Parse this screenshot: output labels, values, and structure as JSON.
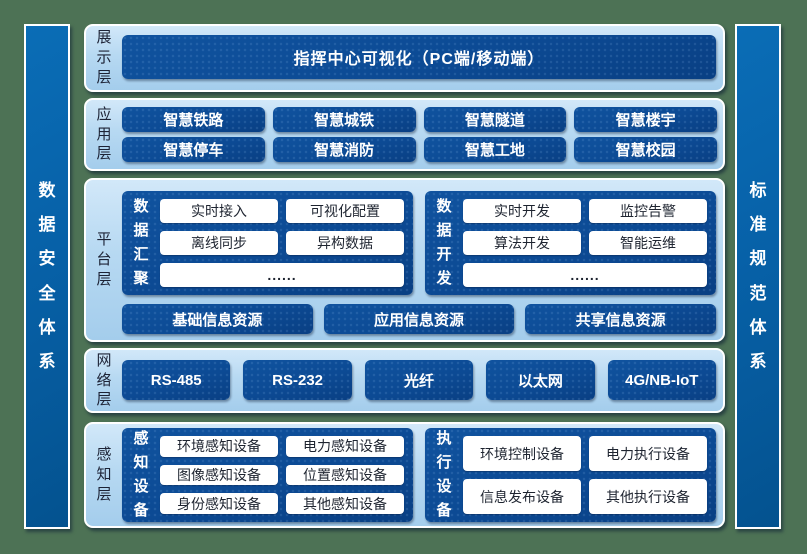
{
  "colors": {
    "background_green": "#4d7255",
    "band_blue_light": "#d2e8f9",
    "band_blue": "#a4cdec",
    "box_navy": "#0c4a94",
    "pillar_blue": "#0761a8",
    "pill_white": "#ffffff",
    "pill_text_dark": "#1e2430",
    "label_text": "#1d2336",
    "text_white": "#ffffff"
  },
  "pillars": {
    "left": "数据安全体系",
    "right": "标准规范体系"
  },
  "layers": {
    "presentation": {
      "label": "展示层",
      "title": "指挥中心可视化（PC端/移动端）"
    },
    "application": {
      "label": "应用层",
      "apps": [
        "智慧铁路",
        "智慧城铁",
        "智慧隧道",
        "智慧楼宇",
        "智慧停车",
        "智慧消防",
        "智慧工地",
        "智慧校园"
      ]
    },
    "platform": {
      "label": "平台层",
      "groups": [
        {
          "name": "数据汇聚",
          "items": [
            "实时接入",
            "可视化配置",
            "离线同步",
            "异构数据",
            "......"
          ]
        },
        {
          "name": "数据开发",
          "items": [
            "实时开发",
            "监控告警",
            "算法开发",
            "智能运维",
            "......"
          ]
        }
      ],
      "resources": [
        "基础信息资源",
        "应用信息资源",
        "共享信息资源"
      ]
    },
    "network": {
      "label": "网络层",
      "protocols": [
        "RS-485",
        "RS-232",
        "光纤",
        "以太网",
        "4G/NB-IoT"
      ]
    },
    "perception": {
      "label": "感知层",
      "groups": [
        {
          "name": "感知设备",
          "items": [
            "环境感知设备",
            "电力感知设备",
            "图像感知设备",
            "位置感知设备",
            "身份感知设备",
            "其他感知设备"
          ]
        },
        {
          "name": "执行设备",
          "items": [
            "环境控制设备",
            "电力执行设备",
            "信息发布设备",
            "其他执行设备"
          ]
        }
      ]
    }
  }
}
